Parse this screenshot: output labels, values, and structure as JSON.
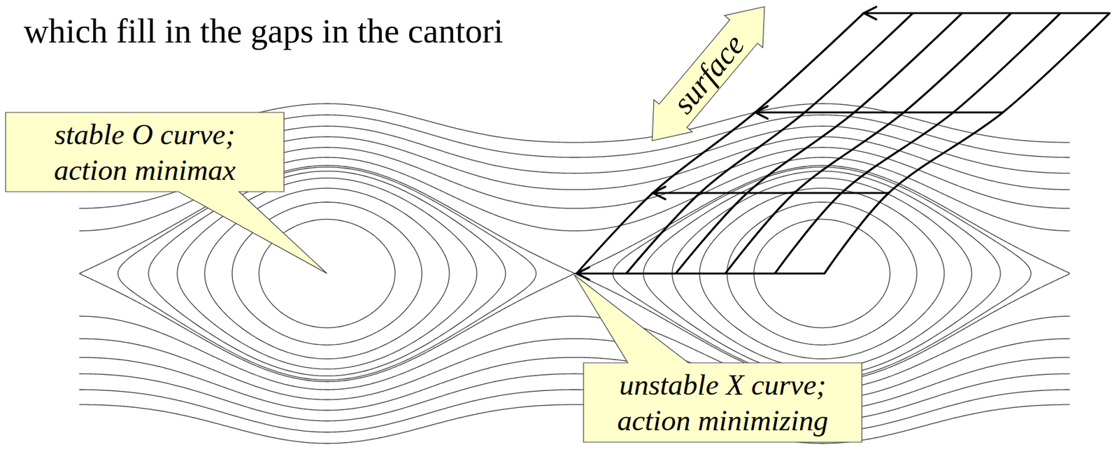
{
  "diagram": {
    "title": "which fill in the gaps in the cantori",
    "nodes": [
      {
        "text": [
          "stable O curve; action minimax"
        ]
      },
      {
        "text": [
          "surface"
        ]
      },
      {
        "text": [
          "unstable X curve; action minimizing"
        ]
      }
    ]
  }
}
